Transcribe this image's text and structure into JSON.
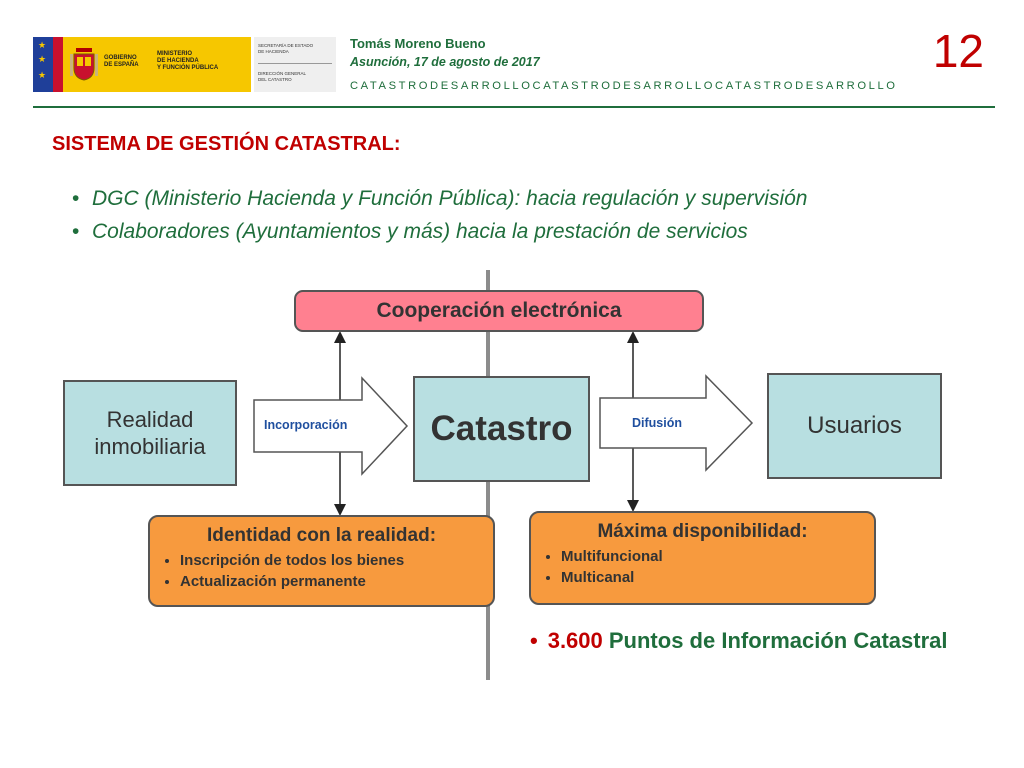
{
  "header": {
    "gov_block": "GOBIERNO\nDE ESPAÑA",
    "ministry_block": "MINISTERIO\nDE HACIENDA\nY FUNCIÓN PÚBLICA",
    "secretaria_block": "SECRETARÍA DE ESTADO\nDE HACIENDA",
    "direccion_block": "DIRECCIÓN GENERAL\nDEL CATASTRO",
    "author": "Tomás Moreno Bueno",
    "date": "Asunción,  17 de agosto de 2017",
    "band": "CATASTRODESARROLLOCATASTRODESARROLLOCATASTRODESARROLLO",
    "slide_number": "12"
  },
  "title": "SISTEMA DE GESTIÓN CATASTRAL:",
  "bullets": [
    "DGC (Ministerio Hacienda y Función Pública): hacia regulación y supervisión",
    "Colaboradores (Ayuntamientos y más) hacia la prestación de servicios"
  ],
  "diagram": {
    "cooperacion": "Cooperación electrónica",
    "realidad_line1": "Realidad",
    "realidad_line2": "inmobiliaria",
    "incorporacion": "Incorporación",
    "catastro": "Catastro",
    "difusion": "Difusión",
    "usuarios": "Usuarios",
    "identidad": {
      "title": "Identidad  con la realidad:",
      "items": [
        "Inscripción de todos los bienes",
        "Actualización permanente"
      ]
    },
    "maxima": {
      "title": "Máxima disponibilidad:",
      "items": [
        "Multifuncional",
        "Multicanal"
      ]
    }
  },
  "footer_point": {
    "number": "3.600",
    "text": " Puntos de Información Catastral"
  },
  "colors": {
    "green": "#1f6e3c",
    "red": "#c00000",
    "teal": "#b8dfe1",
    "pink": "#ff8090",
    "orange": "#f79a3e"
  }
}
